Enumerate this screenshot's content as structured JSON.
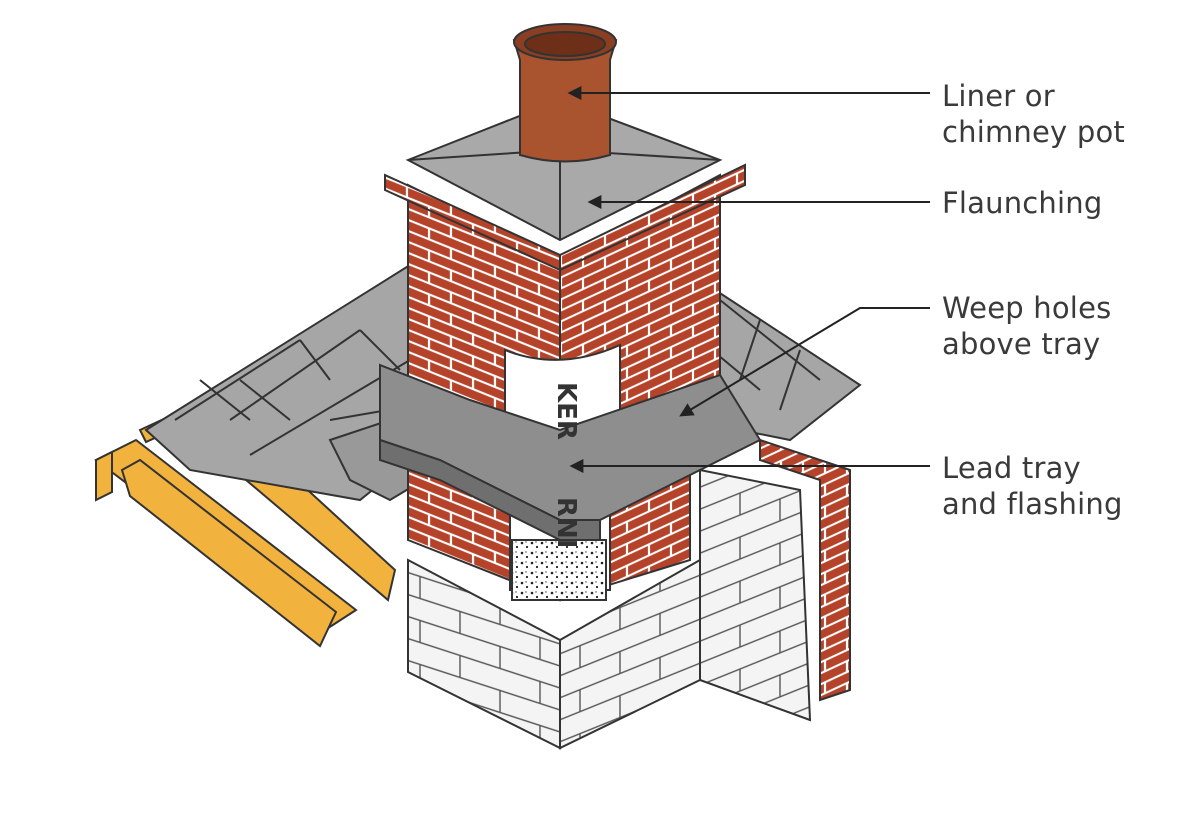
{
  "labels": {
    "liner": [
      "Liner or",
      "chimney pot"
    ],
    "flaunching": [
      "Flaunching"
    ],
    "weep_holes": [
      "Weep holes",
      "above tray"
    ],
    "lead_tray": [
      "Lead tray",
      "and flashing"
    ]
  },
  "liner_print": {
    "upper": "KER",
    "lower": "RNI"
  },
  "colors": {
    "brick": "#b5432a",
    "mortar": "#ffffff",
    "slate": "#a6a6a6",
    "lead": "#8e8e8e",
    "flaunching": "#a9a9a9",
    "pot": "#a9532f",
    "timber": "#f2b23e",
    "block": "#f4f4f4",
    "outline": "#222222"
  }
}
